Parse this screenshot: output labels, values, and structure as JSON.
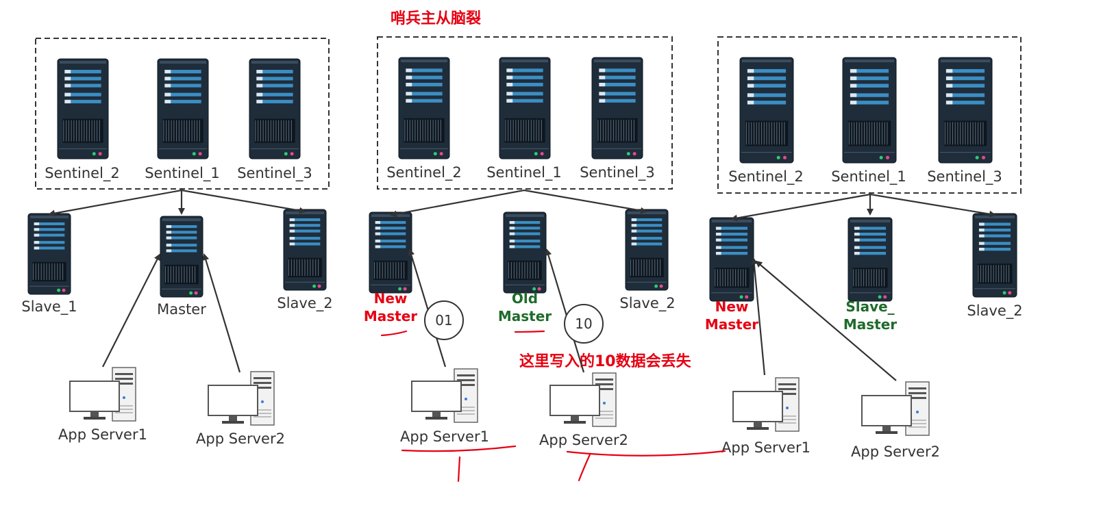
{
  "title": "哨兵主从脑裂",
  "warning": "这里写入的10数据会丢失",
  "colors": {
    "red": "#e60012",
    "green": "#1e6b2a",
    "server_dark": "#1f2d3a",
    "server_bar": "#3b8ec4"
  },
  "panels": [
    {
      "sentinels": [
        "Sentinel_2",
        "Sentinel_1",
        "Sentinel_3"
      ],
      "nodes": [
        {
          "text": "Slave_1",
          "style": "normal"
        },
        {
          "text": "Master",
          "style": "normal"
        },
        {
          "text": "Slave_2",
          "style": "normal"
        }
      ],
      "apps": [
        "App Server1",
        "App Server2"
      ]
    },
    {
      "sentinels": [
        "Sentinel_2",
        "Sentinel_1",
        "Sentinel_3"
      ],
      "nodes": [
        {
          "line1": "New",
          "line2": "Master",
          "style": "red"
        },
        {
          "line1": "Old",
          "line2": "Master",
          "style": "green"
        },
        {
          "text": "Slave_2",
          "style": "normal"
        }
      ],
      "apps": [
        "App Server1",
        "App Server2"
      ],
      "badges": [
        "01",
        "10"
      ]
    },
    {
      "sentinels": [
        "Sentinel_2",
        "Sentinel_1",
        "Sentinel_3"
      ],
      "nodes": [
        {
          "line1": "New",
          "line2": "Master",
          "style": "red"
        },
        {
          "line1": "Slave_",
          "line2": "Master",
          "style": "green"
        },
        {
          "text": "Slave_2",
          "style": "normal"
        }
      ],
      "apps": [
        "App Server1",
        "App Server2"
      ]
    }
  ]
}
